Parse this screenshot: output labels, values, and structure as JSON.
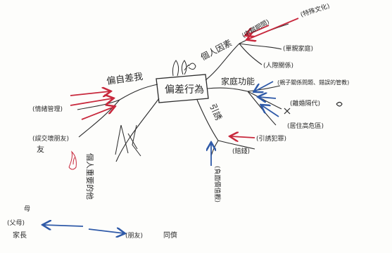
{
  "diagram": {
    "center": "偏差行為",
    "nodes": {
      "deviant_self": "偏自差我",
      "personal_factors": "個人因素",
      "family_function": "家庭功能",
      "attraction": "引誘",
      "mediating_other": "個人重要的他",
      "emotion": "(情緒管理)",
      "mistakes": "(誤交壞朋友)",
      "mistakes_sub": "友",
      "special_culture": "(特殊文化)",
      "intermediate": "(中輟期間)",
      "single_parent": "(單親家庭)",
      "interpersonal": "(人際關係)",
      "parent_child": "(親子關係問題、錯誤的管教)",
      "divorce": "(離婚隔代)",
      "residence": "(居住高危區)",
      "temptation": "(引誘犯罪)",
      "money": "(賠錢)",
      "negative": "(負面價值觀)",
      "father_mother": "(父母)",
      "father_mother_top": "母",
      "father_mother_sub": "家長",
      "friend": "(朋友)",
      "friend_sub": "同儕"
    },
    "colors": {
      "ink": "#2b2b2b",
      "red": "#c8283c",
      "blue": "#2f5aa8"
    }
  }
}
